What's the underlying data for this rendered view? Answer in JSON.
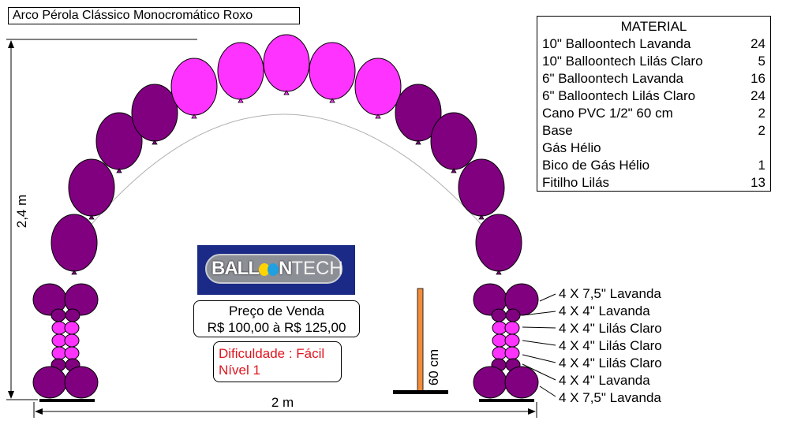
{
  "title": "Arco Pérola Clássico Monocromático Roxo",
  "material": {
    "heading": "MATERIAL",
    "items": [
      {
        "name": "10\" Balloontech Lavanda",
        "qty": "24"
      },
      {
        "name": "10\" Balloontech Lilás Claro",
        "qty": "5"
      },
      {
        "name": "6\" Balloontech Lavanda",
        "qty": "16"
      },
      {
        "name": "6\" Balloontech Lilás Claro",
        "qty": "24"
      },
      {
        "name": "Cano PVC 1/2\" 60 cm",
        "qty": "2"
      },
      {
        "name": "Base",
        "qty": "2"
      },
      {
        "name": "Gás Hélio",
        "qty": ""
      },
      {
        "name": "Bico de Gás Hélio",
        "qty": "1"
      },
      {
        "name": "Fitilho Lilás",
        "qty": "13"
      }
    ]
  },
  "logo": {
    "part1": "BALL",
    "part2": "N",
    "part3": "TECH"
  },
  "price": {
    "label": "Preço de Venda",
    "value": "R$ 100,00 à R$ 125,00"
  },
  "difficulty": {
    "line1": "Dificuldade : Fácil",
    "line2": "Nível 1"
  },
  "dimensions": {
    "height": "2,4 m",
    "width": "2 m",
    "pole": "60 cm"
  },
  "column_labels": [
    "4 X 7,5\" Lavanda",
    "4 X 4\" Lavanda",
    "4 X 4\" Lilás Claro",
    "4 X 4\" Lilás Claro",
    "4 X 4\" Lilás Claro",
    "4 X 4\" Lavanda",
    "4 X 7,5\" Lavanda"
  ],
  "colors": {
    "lavanda": "#800080",
    "lilas_claro": "#ff33ff",
    "pole": "#f28c3a",
    "logo_bg": "#1a2a86"
  }
}
